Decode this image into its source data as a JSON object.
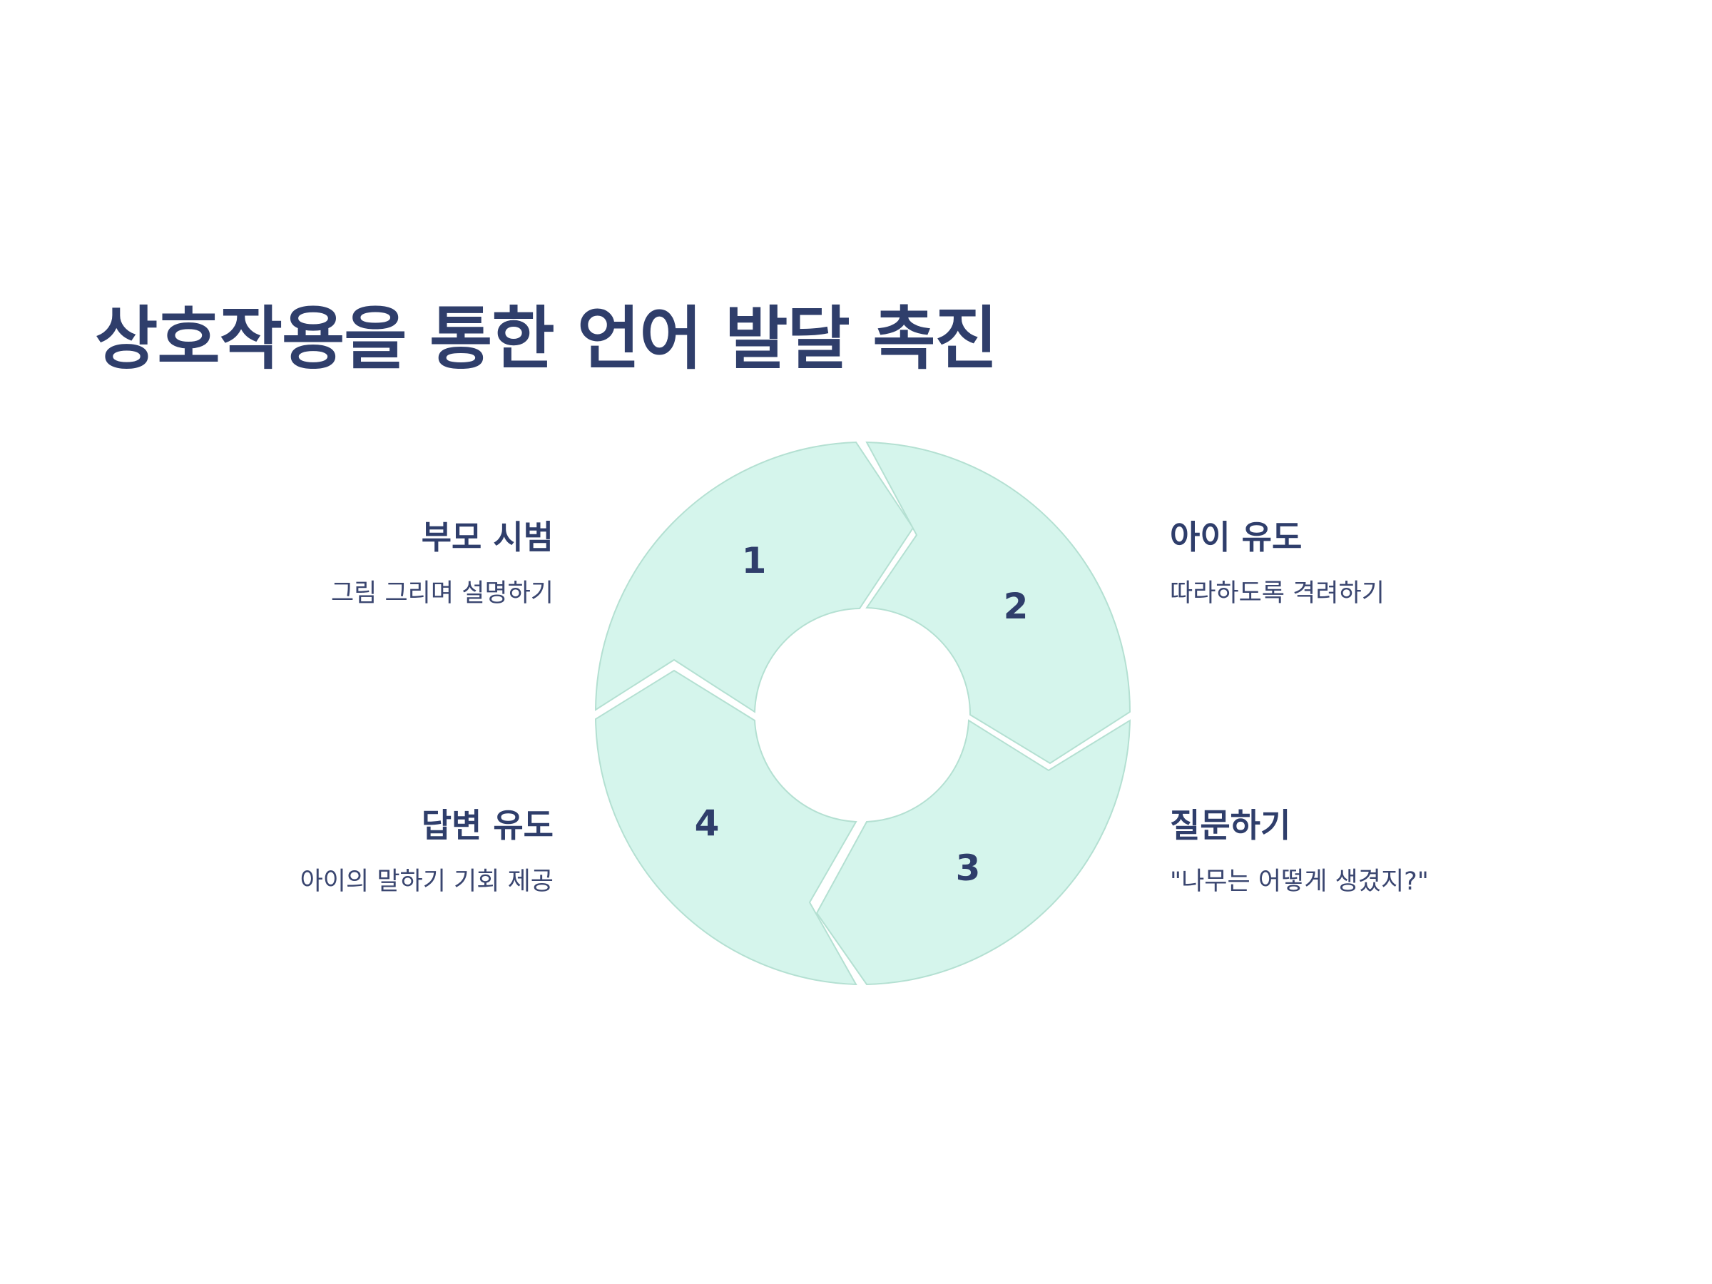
{
  "title": "상호작용을 통한 언어 발달 촉진",
  "colors": {
    "segment_fill": "#d5f5ec",
    "segment_stroke": "#b4e0d2",
    "text_primary": "#2f3e6b"
  },
  "steps": [
    {
      "number": "1",
      "title": "부모 시범",
      "description": "그림 그리며 설명하기"
    },
    {
      "number": "2",
      "title": "아이 유도",
      "description": "따라하도록 격려하기"
    },
    {
      "number": "3",
      "title": "질문하기",
      "description": "\"나무는 어떻게 생겼지?\""
    },
    {
      "number": "4",
      "title": "답변 유도",
      "description": "아이의 말하기 기회 제공"
    }
  ]
}
